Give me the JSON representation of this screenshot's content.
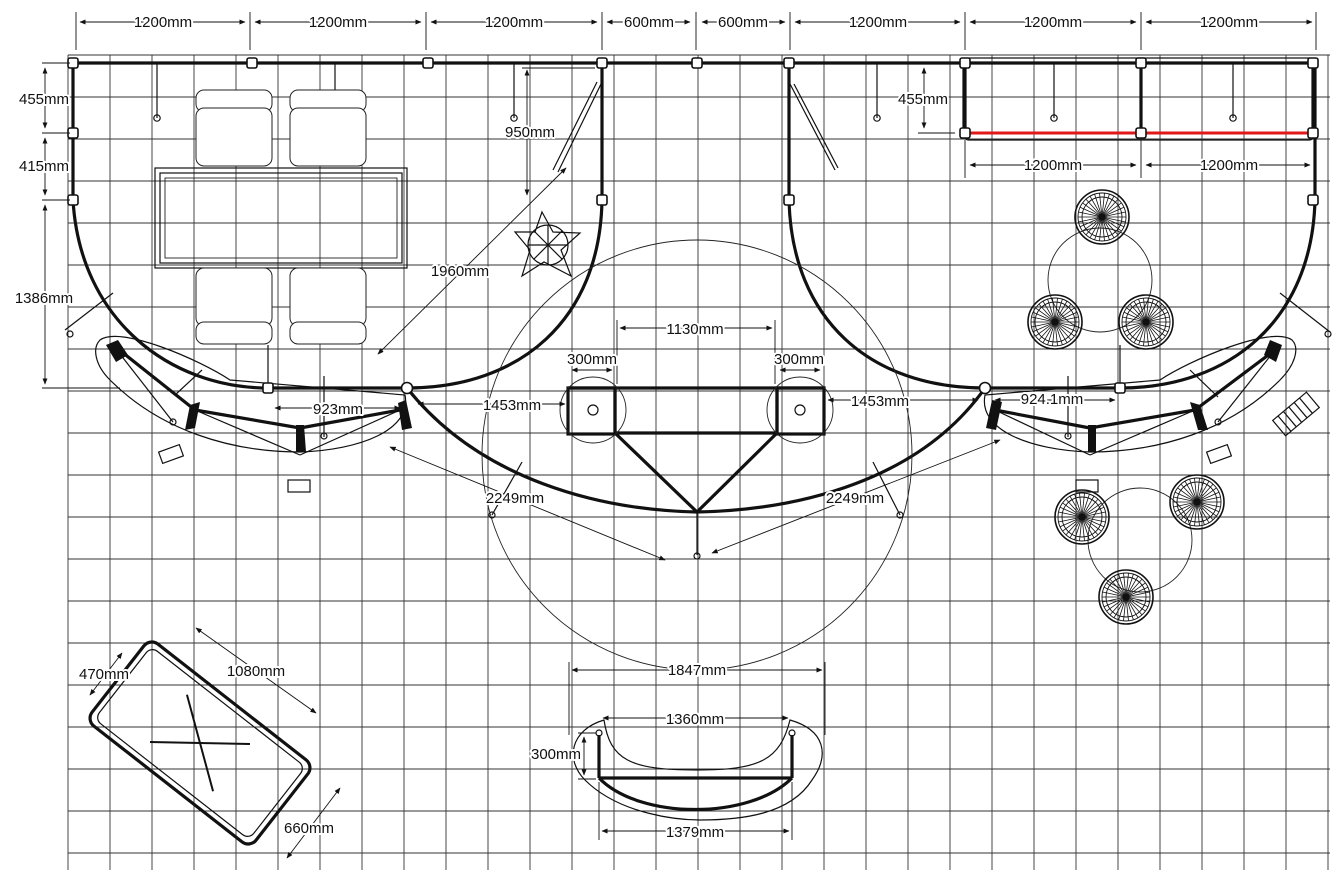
{
  "diagram": {
    "top_dimensions": [
      "1200mm",
      "1200mm",
      "1200mm",
      "600mm",
      "600mm",
      "1200mm",
      "1200mm",
      "1200mm"
    ],
    "left_dimensions": [
      "455mm",
      "415mm",
      "1386mm"
    ],
    "corner_module": {
      "height": "455mm",
      "widths": [
        "1200mm",
        "1200mm"
      ]
    },
    "labels": {
      "diagonal": "1960mm",
      "drop": "950mm",
      "center_span": "1130mm",
      "pod_left": "300mm",
      "pod_right": "300mm",
      "left_span": "1453mm",
      "right_span": "1453mm",
      "left_offset": "923mm",
      "right_offset": "924.1mm",
      "radius_left": "2249mm",
      "radius_right": "2249mm",
      "counter_outer": "1847mm",
      "counter_inner": "1360mm",
      "counter_depth": "300mm",
      "counter_front": "1379mm",
      "table_width": "470mm",
      "table_length": "1080mm",
      "table_length_2": "660mm"
    },
    "colors": {
      "lines": "#111111",
      "accent": "#e01818",
      "background": "#ffffff"
    }
  }
}
